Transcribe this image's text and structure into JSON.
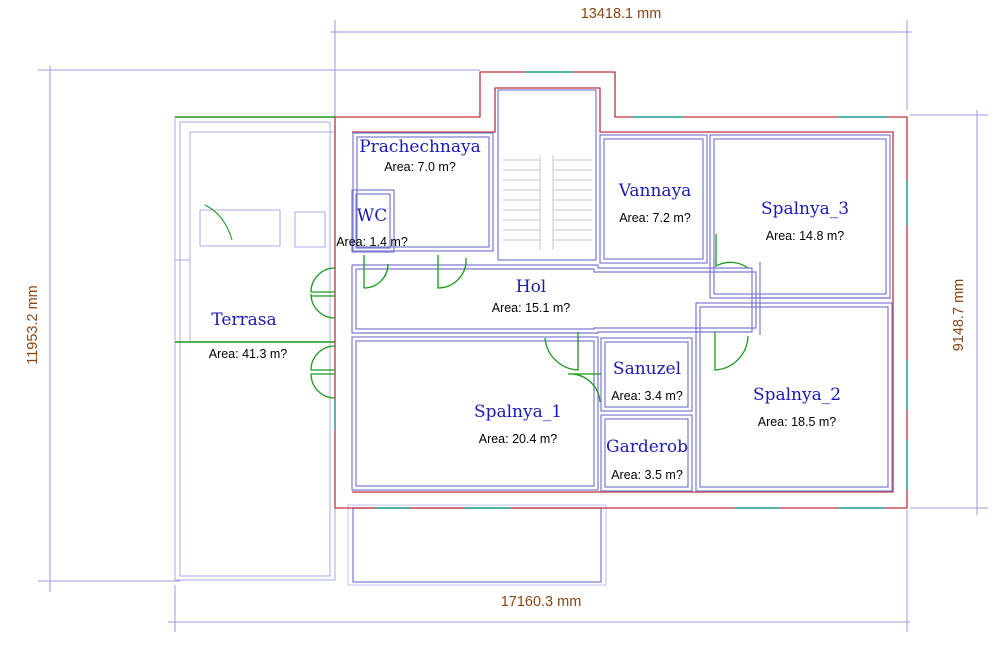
{
  "dimensions": {
    "top": "13418.1 mm",
    "bottom": "17160.3 mm",
    "left": "11953.2 mm",
    "right": "9148.7 mm"
  },
  "rooms": {
    "prachechnaya": {
      "name": "Prachechnaya",
      "area": "Area: 7.0 m?"
    },
    "wc": {
      "name": "WC",
      "area": "Area: 1.4 m?"
    },
    "vannaya": {
      "name": "Vannaya",
      "area": "Area: 7.2 m?"
    },
    "spalnya3": {
      "name": "Spalnya_3",
      "area": "Area: 14.8 m?"
    },
    "hol": {
      "name": "Hol",
      "area": "Area: 15.1 m?"
    },
    "terrasa": {
      "name": "Terrasa",
      "area": "Area: 41.3 m?"
    },
    "sanuzel": {
      "name": "Sanuzel",
      "area": "Area: 3.4 m?"
    },
    "spalnya2": {
      "name": "Spalnya_2",
      "area": "Area: 18.5 m?"
    },
    "spalnya1": {
      "name": "Spalnya_1",
      "area": "Area: 20.4 m?"
    },
    "garderob": {
      "name": "Garderob",
      "area": "Area: 3.5 m?"
    }
  },
  "colors": {
    "wall_outer": "#c0303a",
    "wall_inner": "#7a7ad0",
    "door": "#1a9a1a",
    "window": "#20b0a0",
    "dimension_line": "#9a9ae0",
    "dimension_text": "#8b4513",
    "room_name": "#1a1ab4"
  }
}
